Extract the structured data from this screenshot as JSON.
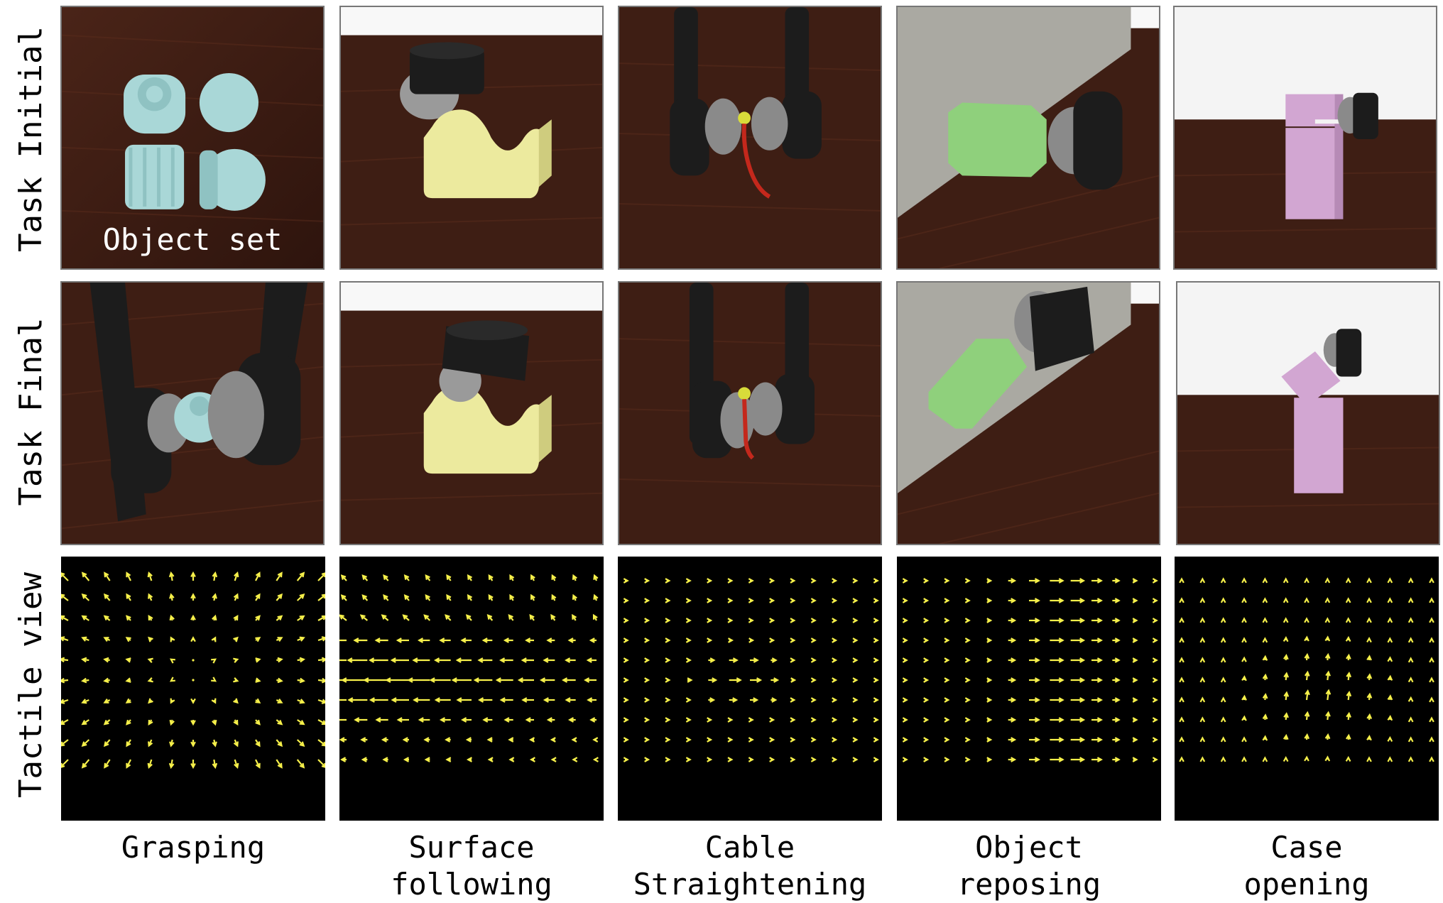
{
  "row_labels": [
    "Task Initial",
    "Task Final",
    "Tactile view"
  ],
  "column_labels": [
    "Grasping",
    "Surface\nfollowing",
    "Cable\nStraightening",
    "Object\nreposing",
    "Case\nopening"
  ],
  "object_set_label": "Object set",
  "colors": {
    "wood": "#3e1e14",
    "arrow": "#f6f04a",
    "gripper": "#1c1c1c",
    "object_cyan": "#a9d7d7",
    "object_yellow": "#ecea9e",
    "object_green": "#8fd07c",
    "object_pink": "#d2a6d2"
  }
}
